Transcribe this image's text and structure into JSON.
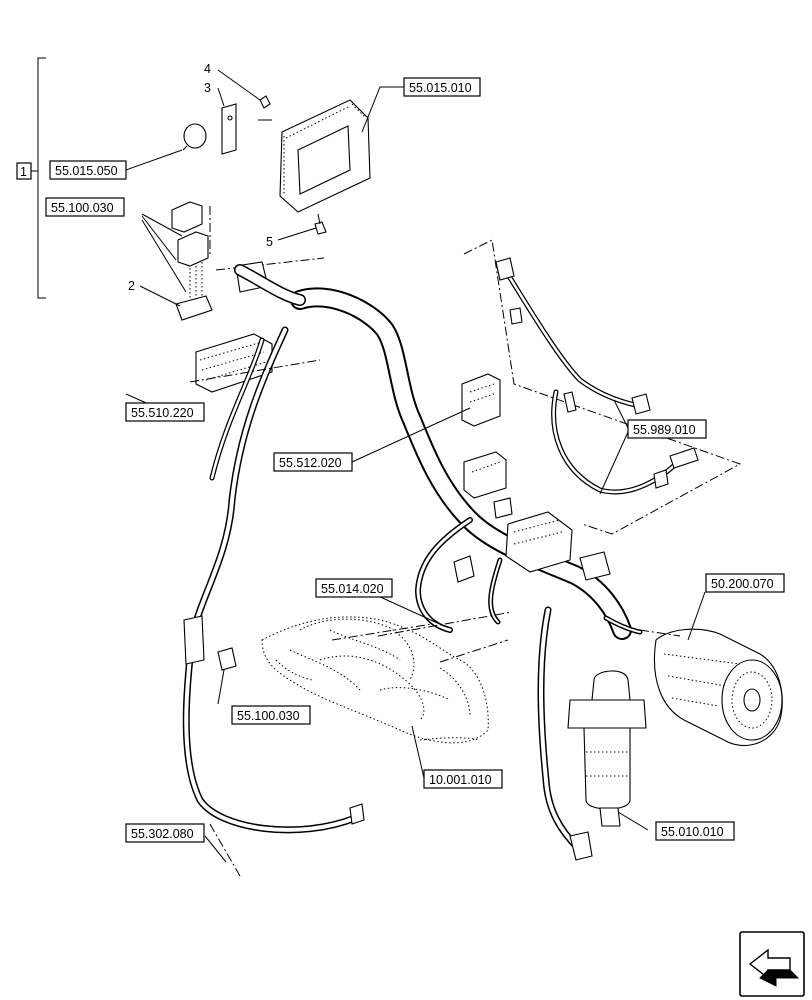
{
  "group_label": "1",
  "references": {
    "r_55015010": "55.015.010",
    "r_55015050": "55.015.050",
    "r_55100030_a": "55.100.030",
    "r_55510220": "55.510.220",
    "r_55512020": "55.512.020",
    "r_55989010": "55.989.010",
    "r_55014020": "55.014.020",
    "r_50200070": "50.200.070",
    "r_55100030_b": "55.100.030",
    "r_10001010": "10.001.010",
    "r_55302080": "55.302.080",
    "r_55010010": "55.010.010"
  },
  "callouts": {
    "c2": "2",
    "c3": "3",
    "c4": "4",
    "c5": "5"
  },
  "nav_icon": "arrow-nav-icon"
}
